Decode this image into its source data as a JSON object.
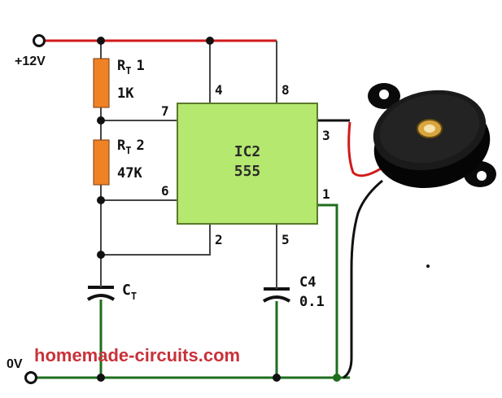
{
  "supply": {
    "positive_label": "+12V",
    "ground_label": "0V"
  },
  "ic": {
    "name": "IC2",
    "part": "555",
    "pins": {
      "p4": "4",
      "p8": "8",
      "p7": "7",
      "p3": "3",
      "p6": "6",
      "p1": "1",
      "p2": "2",
      "p5": "5"
    }
  },
  "resistors": [
    {
      "name_main": "R",
      "name_sub": "T",
      "name_num": "1",
      "value": "1K"
    },
    {
      "name_main": "R",
      "name_sub": "T",
      "name_num": "2",
      "value": "47K"
    }
  ],
  "capacitors": [
    {
      "name_main": "C",
      "name_sub": "T",
      "value": ""
    },
    {
      "name_main": "C4",
      "name_sub": "",
      "value": "0.1"
    }
  ],
  "watermark": "homemade-circuits.com",
  "colors": {
    "positive_wire": "#d01a1a",
    "ground_wire": "#1e6e1e",
    "ic_fill": "#b5e86e",
    "resistor_fill": "#f08226",
    "buzzer_body": "#111111",
    "buzzer_center": "#d8a640"
  }
}
